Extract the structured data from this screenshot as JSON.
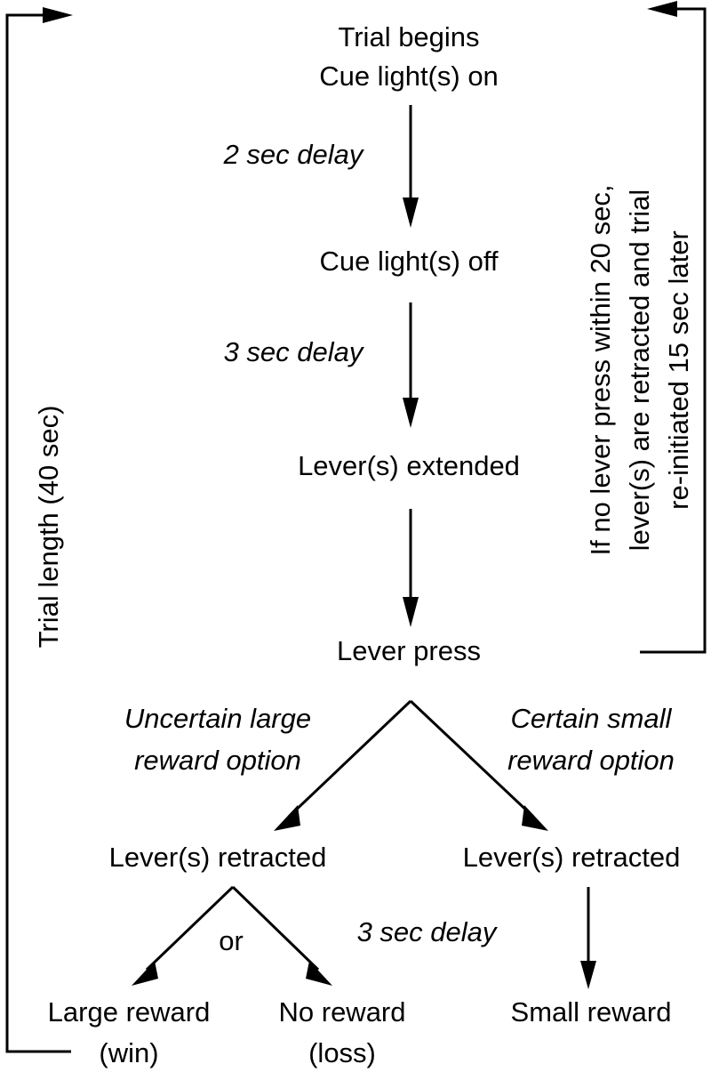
{
  "nodes": {
    "trial_begins_1": "Trial begins",
    "trial_begins_2": "Cue light(s) on",
    "cue_off": "Cue light(s) off",
    "lever_extended": "Lever(s) extended",
    "lever_press": "Lever press",
    "retracted_left": "Lever(s) retracted",
    "retracted_right": "Lever(s) retracted",
    "large_reward_1": "Large reward",
    "large_reward_2": "(win)",
    "no_reward_1": "No reward",
    "no_reward_2": "(loss)",
    "small_reward": "Small reward"
  },
  "edge_labels": {
    "delay_2": "2 sec delay",
    "delay_3_a": "3 sec delay",
    "delay_3_b": "3 sec delay",
    "uncertain_1": "Uncertain large",
    "uncertain_2": "reward option",
    "certain_1": "Certain small",
    "certain_2": "reward option",
    "or": "or"
  },
  "side_labels": {
    "trial_length": "Trial length (40 sec)",
    "no_press_1": "If no lever press within 20 sec,",
    "no_press_2": "lever(s) are retracted and trial",
    "no_press_3": "re-initiated 15 sec later"
  }
}
